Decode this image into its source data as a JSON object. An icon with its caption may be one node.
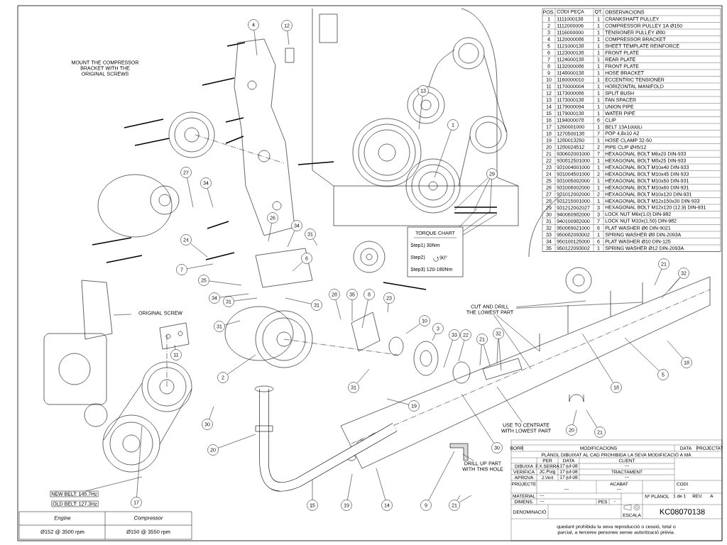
{
  "diagram": {
    "nodes": [
      {
        "text": [
          "4"
        ]
      },
      {
        "text": [
          "12"
        ]
      },
      {
        "text": [
          "13"
        ]
      },
      {
        "text": [
          "1"
        ]
      },
      {
        "text": [
          "29"
        ]
      },
      {
        "text": [
          "27"
        ]
      },
      {
        "text": [
          "34"
        ]
      },
      {
        "text": [
          "26"
        ]
      },
      {
        "text": [
          "34"
        ]
      },
      {
        "text": [
          "31"
        ]
      },
      {
        "text": [
          "TORQUE CHART",
          "Step1) 30Nm",
          "Step2)",
          "90°",
          "Step3) 120-180Nm"
        ]
      },
      {
        "text": [
          "24"
        ]
      },
      {
        "text": [
          "6"
        ]
      },
      {
        "text": [
          "7"
        ]
      },
      {
        "text": [
          "25"
        ]
      },
      {
        "text": [
          "34"
        ]
      },
      {
        "text": [
          "31"
        ]
      },
      {
        "text": [
          "31"
        ]
      },
      {
        "text": [
          "28"
        ]
      },
      {
        "text": [
          "35"
        ]
      },
      {
        "text": [
          "8"
        ]
      },
      {
        "text": [
          "23"
        ]
      },
      {
        "text": [
          "21"
        ]
      },
      {
        "text": [
          "32"
        ]
      },
      {
        "text": [
          "CUT AND DRILL THE LOWEST PART"
        ]
      },
      {
        "text": [
          "ORIGINAL SCREW"
        ]
      },
      {
        "text": [
          "31"
        ]
      },
      {
        "text": [
          "10"
        ]
      },
      {
        "text": [
          "33"
        ]
      },
      {
        "text": [
          "22"
        ]
      },
      {
        "text": [
          "21"
        ]
      },
      {
        "text": [
          "32"
        ]
      },
      {
        "text": [
          "3"
        ]
      },
      {
        "text": [
          "11"
        ]
      },
      {
        "text": [
          "18"
        ]
      },
      {
        "text": [
          "5"
        ]
      },
      {
        "text": [
          "2"
        ]
      },
      {
        "text": [
          "31"
        ]
      },
      {
        "text": [
          "18"
        ]
      },
      {
        "text": [
          "19"
        ]
      },
      {
        "text": [
          "USE TO CENTRATE WITH LOWEST PART"
        ]
      },
      {
        "text": [
          "30"
        ]
      },
      {
        "text": [
          "20"
        ]
      },
      {
        "text": [
          "21"
        ]
      },
      {
        "text": [
          "20"
        ]
      },
      {
        "text": [
          "30"
        ]
      },
      {
        "text": [
          "DRILL UP PART WITH THIS HOLE"
        ]
      },
      {
        "text": [
          "NEW BELT: 145.7Hz"
        ]
      },
      {
        "text": [
          "OLD BELT: 127.3Hz"
        ]
      },
      {
        "text": [
          "17"
        ]
      },
      {
        "text": [
          "15"
        ]
      },
      {
        "text": [
          "19"
        ]
      },
      {
        "text": [
          "14"
        ]
      },
      {
        "text": [
          "9"
        ]
      },
      {
        "text": [
          "21"
        ]
      }
    ],
    "edges": [
      {
        "from": 0,
        "to": null,
        "arrow": "none"
      },
      {
        "from": 1,
        "to": null,
        "arrow": "none"
      },
      {
        "from": 2,
        "to": null,
        "arrow": "none"
      },
      {
        "from": 3,
        "to": null,
        "arrow": "none"
      },
      {
        "from": 4,
        "to": null,
        "arrow": "none"
      },
      {
        "from": 4,
        "to": null,
        "arrow": "none"
      },
      {
        "from": 4,
        "to": null,
        "arrow": "none"
      },
      {
        "from": 5,
        "to": null,
        "arrow": "none"
      },
      {
        "from": 6,
        "to": null,
        "arrow": "none"
      },
      {
        "from": 7,
        "to": null,
        "arrow": "none"
      },
      {
        "from": 8,
        "to": null,
        "arrow": "none"
      },
      {
        "from": 9,
        "to": null,
        "arrow": "none"
      },
      {
        "from": 10,
        "to": null,
        "arrow": "none"
      },
      {
        "from": 10,
        "to": null,
        "arrow": "none"
      },
      {
        "from": 10,
        "to": null,
        "arrow": "none"
      },
      {
        "from": 11,
        "to": null,
        "arrow": "none"
      },
      {
        "from": 12,
        "to": null,
        "arrow": "none"
      },
      {
        "from": 13,
        "to": null,
        "arrow": "none"
      },
      {
        "from": 14,
        "to": null,
        "arrow": "none"
      },
      {
        "from": 15,
        "to": null,
        "arrow": "none"
      },
      {
        "from": 16,
        "to": null,
        "arrow": "none"
      },
      {
        "from": 17,
        "to": null,
        "arrow": "none"
      },
      {
        "from": 18,
        "to": null,
        "arrow": "none"
      },
      {
        "from": 19,
        "to": null,
        "arrow": "none"
      },
      {
        "from": 20,
        "to": null,
        "arrow": "none"
      },
      {
        "from": 21,
        "to": null,
        "arrow": "none"
      },
      {
        "from": 22,
        "to": null,
        "arrow": "none"
      },
      {
        "from": 23,
        "to": null,
        "arrow": "none"
      },
      {
        "from": 23,
        "to": null,
        "arrow": "none"
      },
      {
        "from": 24,
        "to": null,
        "arrow": "none"
      },
      {
        "from": 24,
        "to": null,
        "arrow": "none"
      },
      {
        "from": 24,
        "to": null,
        "arrow": "none"
      },
      {
        "from": 24,
        "to": null,
        "arrow": "none"
      },
      {
        "from": 25,
        "to": null,
        "arrow": "none"
      },
      {
        "from": 26,
        "to": null,
        "arrow": "none"
      },
      {
        "from": 27,
        "to": null,
        "arrow": "none"
      },
      {
        "from": 28,
        "to": null,
        "arrow": "none"
      },
      {
        "from": 29,
        "to": null,
        "arrow": "none"
      },
      {
        "from": 30,
        "to": null,
        "arrow": "none"
      },
      {
        "from": 30,
        "to": null,
        "arrow": "none"
      },
      {
        "from": 31,
        "to": null,
        "arrow": "none"
      },
      {
        "from": 31,
        "to": null,
        "arrow": "none"
      },
      {
        "from": 32,
        "to": null,
        "arrow": "none"
      },
      {
        "from": 33,
        "to": null,
        "arrow": "none"
      },
      {
        "from": 34,
        "to": null,
        "arrow": "none"
      },
      {
        "from": 35,
        "to": null,
        "arrow": "none"
      },
      {
        "from": 36,
        "to": null,
        "arrow": "none"
      },
      {
        "from": 37,
        "to": null,
        "arrow": "none"
      },
      {
        "from": 38,
        "to": null,
        "arrow": "none"
      },
      {
        "from": 39,
        "to": null,
        "arrow": "none"
      },
      {
        "from": 40,
        "to": null,
        "arrow": "none"
      },
      {
        "from": 41,
        "to": null,
        "arrow": "none"
      },
      {
        "from": 42,
        "to": null,
        "arrow": "none"
      },
      {
        "from": 43,
        "to": null,
        "arrow": "none"
      },
      {
        "from": 44,
        "to": null,
        "arrow": "none"
      },
      {
        "from": 45,
        "to": null,
        "arrow": "none"
      },
      {
        "from": 46,
        "to": null,
        "arrow": "none"
      },
      {
        "from": 47,
        "to": null,
        "arrow": "none"
      },
      {
        "from": 49,
        "to": null,
        "arrow": "none"
      },
      {
        "from": 50,
        "to": null,
        "arrow": "none"
      },
      {
        "from": 51,
        "to": null,
        "arrow": "none"
      },
      {
        "from": 52,
        "to": null,
        "arrow": "none"
      },
      {
        "from": 53,
        "to": null,
        "arrow": "none"
      },
      {
        "from": 54,
        "to": null,
        "arrow": "none"
      },
      {
        "from": 54,
        "to": null,
        "arrow": "none"
      }
    ],
    "labels": [
      "MOUNT THE COMPRESSOR BRACKET WITH THE ORIGINAL SCREWS",
      "POS.",
      "CODI PEÇA",
      "QT.",
      "OBSERVACIONS",
      "1",
      "1111000138",
      "1",
      "CRANKSHAFT PULLEY",
      "2",
      "1112000006",
      "1",
      "COMPRESSOR PULLEY 1A Ø150",
      "3",
      "1116000000",
      "1",
      "TENSIONER PULLEY Ø80",
      "4",
      "1120000086",
      "1",
      "COMPRESSOR BRACKET",
      "5",
      "1121000138",
      "1",
      "SHEET TEMPLATE REINFORCE",
      "6",
      "1123000138",
      "1",
      "FRONT PLATE",
      "7",
      "1124000138",
      "1",
      "REAR PLATE",
      "8",
      "1132000086",
      "1",
      "FRONT PLATE",
      "9",
      "1148000138",
      "1",
      "HOSE BRACKET",
      "10",
      "1160000010",
      "1",
      "ECCENTRIC TENSIONER",
      "11",
      "1170000004",
      "1",
      "HORIZONTAL MANIFOLD",
      "12",
      "1173000086",
      "1",
      "SPLIT BUSH",
      "13",
      "1173000138",
      "1",
      "FAN SPACER",
      "14",
      "1179000094",
      "1",
      "UNION PIPE",
      "15",
      "1179000138",
      "1",
      "WATER PIPE",
      "16",
      "1194000078",
      "6",
      "CLIP",
      "17",
      "1260001000",
      "1",
      "BELT 13A1000Li",
      "18",
      "1270500138",
      "7",
      "POP 4,8x10 A2",
      "19",
      "1280013250",
      "1",
      "HOSE CLAMP 32-50",
      "20",
      "1280024512",
      "2",
      "PIPE CLIP Ø45/12",
      "21",
      "930602001000",
      "7",
      "HEXAGONAL BOLT M6x20 DIN-933",
      "22",
      "930812501000",
      "1",
      "HEXAGONAL BOLT M8x25 DIN-933",
      "23",
      "931004001000",
      "1",
      "HEXAGONAL BOLT M10x40 DIN-933",
      "24",
      "931004501000",
      "2",
      "HEXAGONAL BOLT M10x45 DIN-933",
      "25",
      "931005002000",
      "1",
      "HEXAGONAL BOLT M10x50 DIN-931",
      "26",
      "931006002000",
      "1",
      "HEXAGONAL BOLT M10x60 DIN-931",
      "27",
      "931012002000",
      "2",
      "HEXAGONAL BOLT M10x120 DIN-931",
      "28",
      "931215001000",
      "1",
      "HEXAGONAL BOLT M12x150x30 DIN-933",
      "29",
      "931212002027",
      "3",
      "HEXAGONAL BOLT M12x120 (12,9) DIN-931",
      "30",
      "940060982000",
      "3",
      "LOCK NUT M6x(1,0) DIN-982",
      "31",
      "940100982000",
      "7",
      "LOCK NUT M10x(1,50) DIN-982",
      "32",
      "950069021000",
      "6",
      "PLAT WASHER Ø6 DIN-9021",
      "33",
      "950082093002",
      "1",
      "SPRING WASHER Ø8 DIN-2093A",
      "34",
      "950100125000",
      "6",
      "PLAT WASHER Ø10 DIN-125",
      "35",
      "950122093002",
      "1",
      "SPRING WASHER Ø12 DIN-2093A",
      "BORR",
      "MODIFICACIONS",
      "DATA",
      "PROJECTAT",
      "PLÀNOL DIBUIXAT AL CAD PROHIBIDA LA SEVA MODIFICACIÓ A MÀ",
      "PER",
      "DATA",
      "CLIENT",
      "DIBUIXA",
      "F.X.SERRA",
      "17-jul-08",
      "---",
      "VERIFICA",
      "JC.Puig",
      "17-jul-08",
      "TRACTAMENT",
      "APROVA",
      "J.Vert",
      "17-jul-08",
      "---",
      "PROJECTE",
      "ACABAT",
      "CODI",
      "---",
      "---",
      "---",
      "MATERIAL",
      "---",
      "Nº PLÀNOL",
      "1 de 1",
      "REV.",
      "A",
      "DIMENS.",
      "---",
      "PES",
      "-",
      "DENOMINACIÓ",
      "ESCALA",
      "KC08070138",
      "quedant prohibida la seva reproducció o cessió, total o parcial, a terceres persones sense autorització prèvia.",
      "Engine",
      "Compressor",
      "Ø152 @ 3500 rpm",
      "Ø150 @ 3550 rpm"
    ]
  }
}
